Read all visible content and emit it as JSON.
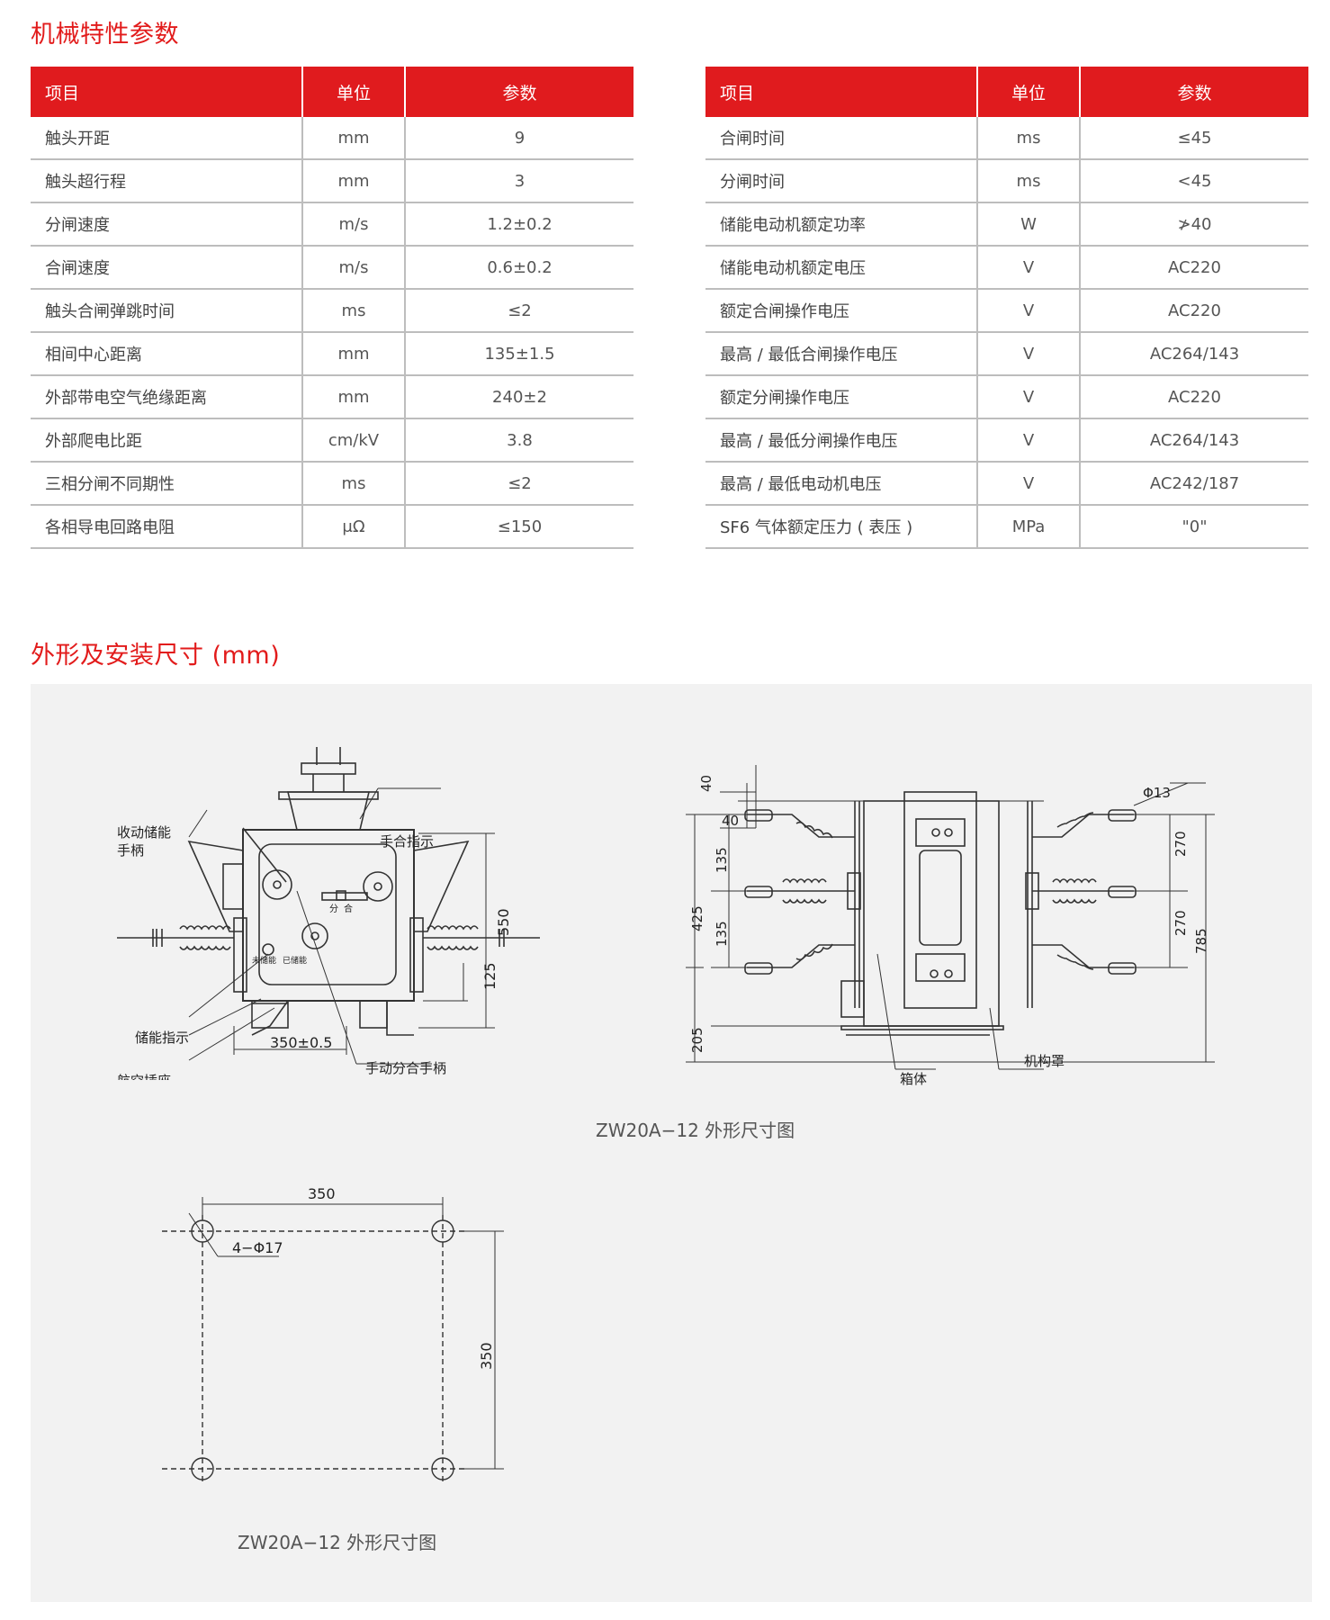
{
  "sections": {
    "mechanical_title": "机械特性参数",
    "outline_title": "外形及安装尺寸 (mm)"
  },
  "tables": {
    "left": {
      "headers": [
        "项目",
        "单位",
        "参数"
      ],
      "rows": [
        [
          "触头开距",
          "mm",
          "9"
        ],
        [
          "触头超行程",
          "mm",
          "3"
        ],
        [
          "分闸速度",
          "m/s",
          "1.2±0.2"
        ],
        [
          "合闸速度",
          "m/s",
          "0.6±0.2"
        ],
        [
          "触头合闸弹跳时间",
          "ms",
          "≤2"
        ],
        [
          "相间中心距离",
          "mm",
          "135±1.5"
        ],
        [
          "外部带电空气绝缘距离",
          "mm",
          "240±2"
        ],
        [
          "外部爬电比距",
          "cm/kV",
          "3.8"
        ],
        [
          "三相分闸不同期性",
          "ms",
          "≤2"
        ],
        [
          "各相导电回路电阻",
          "μΩ",
          "≤150"
        ]
      ]
    },
    "right": {
      "headers": [
        "项目",
        "单位",
        "参数"
      ],
      "rows": [
        [
          "合闸时间",
          "ms",
          "≤45"
        ],
        [
          "分闸时间",
          "ms",
          "<45"
        ],
        [
          "储能电动机额定功率",
          "W",
          "≯40"
        ],
        [
          "储能电动机额定电压",
          "V",
          "AC220"
        ],
        [
          "额定合闸操作电压",
          "V",
          "AC220"
        ],
        [
          "最高 / 最低合闸操作电压",
          "V",
          "AC264/143"
        ],
        [
          "额定分闸操作电压",
          "V",
          "AC220"
        ],
        [
          "最高 / 最低分闸操作电压",
          "V",
          "AC264/143"
        ],
        [
          "最高 / 最低电动机电压",
          "V",
          "AC242/187"
        ],
        [
          "SF6 气体额定压力 ( 表压 )",
          "MPa",
          "\"0\""
        ]
      ]
    }
  },
  "drawings": {
    "front": {
      "labels": {
        "handle": [
          "收动储能",
          "手柄"
        ],
        "manual_indicator": "手合指示",
        "energy_indicator": "储能指示",
        "aviation_socket": "航空插座",
        "manual_handle": "手动分合手柄",
        "open": "分",
        "close": "合",
        "not_charged": "未储能",
        "charged": "已储能"
      },
      "dims": {
        "height": "550",
        "lower": "125",
        "width": "350±0.5"
      }
    },
    "side": {
      "labels": {
        "tank": "箱体",
        "mech_cover": "机构罩"
      },
      "dims": {
        "d40a": "40",
        "d40b": "40",
        "phi": "Φ13",
        "d135a": "135",
        "d135b": "135",
        "d425": "425",
        "d205": "205",
        "d270a": "270",
        "d270b": "270",
        "d785": "785"
      }
    },
    "caption1": "ZW20A−12 外形尺寸图",
    "mount": {
      "dims": {
        "width": "350",
        "height": "350",
        "holes": "4−Φ17"
      }
    },
    "caption2": "ZW20A−12 外形尺寸图"
  }
}
